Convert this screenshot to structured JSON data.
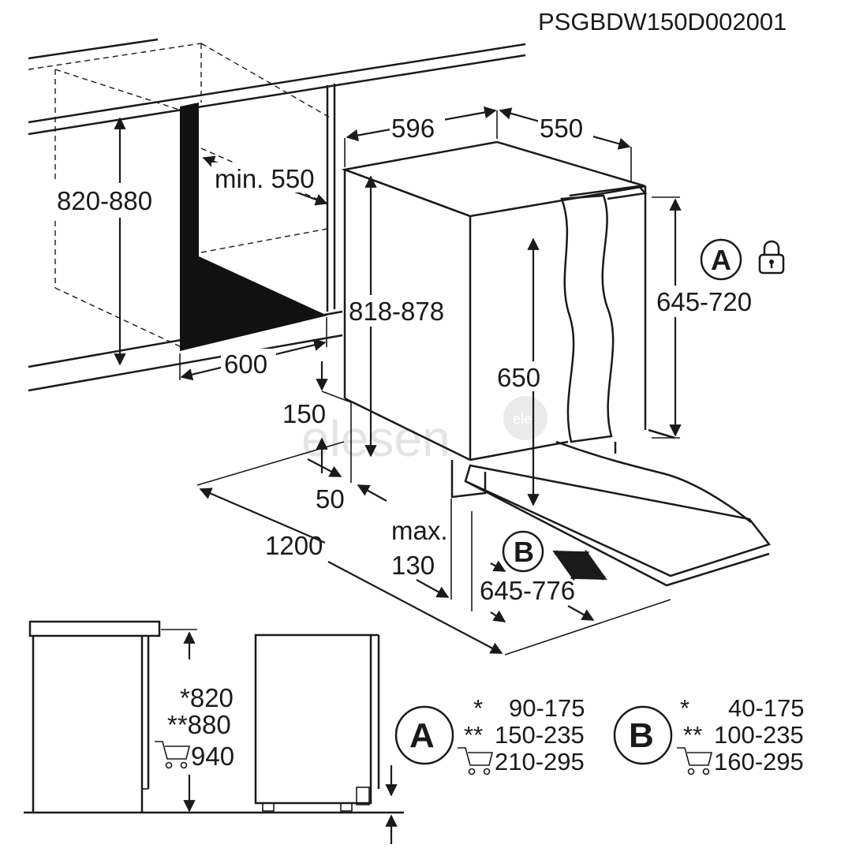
{
  "product_code": "PSGBDW150D002001",
  "watermark": "elesen",
  "watermark_badge": "ele",
  "dimensions": {
    "niche_height": "820-880",
    "niche_min_width": "min. 550",
    "niche_depth": "600",
    "width": "596",
    "depth": "550",
    "appliance_height": "818-878",
    "door_height": "650",
    "door_panel_height": "645-720",
    "plinth_height": "150",
    "plinth_recess": "50",
    "door_swing": "1200",
    "plinth_max_label": "max.",
    "plinth_max_value": "130",
    "door_travel": "645-776"
  },
  "side_view": {
    "heights": [
      "*820",
      "**880",
      "940"
    ]
  },
  "legend_a": {
    "letter": "A",
    "rows": [
      {
        "marker": "*",
        "value": "90-175"
      },
      {
        "marker": "**",
        "value": "150-235"
      },
      {
        "marker": "cart",
        "value": "210-295"
      }
    ]
  },
  "legend_b": {
    "letter": "B",
    "rows": [
      {
        "marker": "*",
        "value": "40-175"
      },
      {
        "marker": "**",
        "value": "100-235"
      },
      {
        "marker": "cart",
        "value": "160-295"
      }
    ]
  },
  "icons": [
    "lock-icon",
    "cart-icon",
    "circle-a-badge",
    "circle-b-badge"
  ]
}
